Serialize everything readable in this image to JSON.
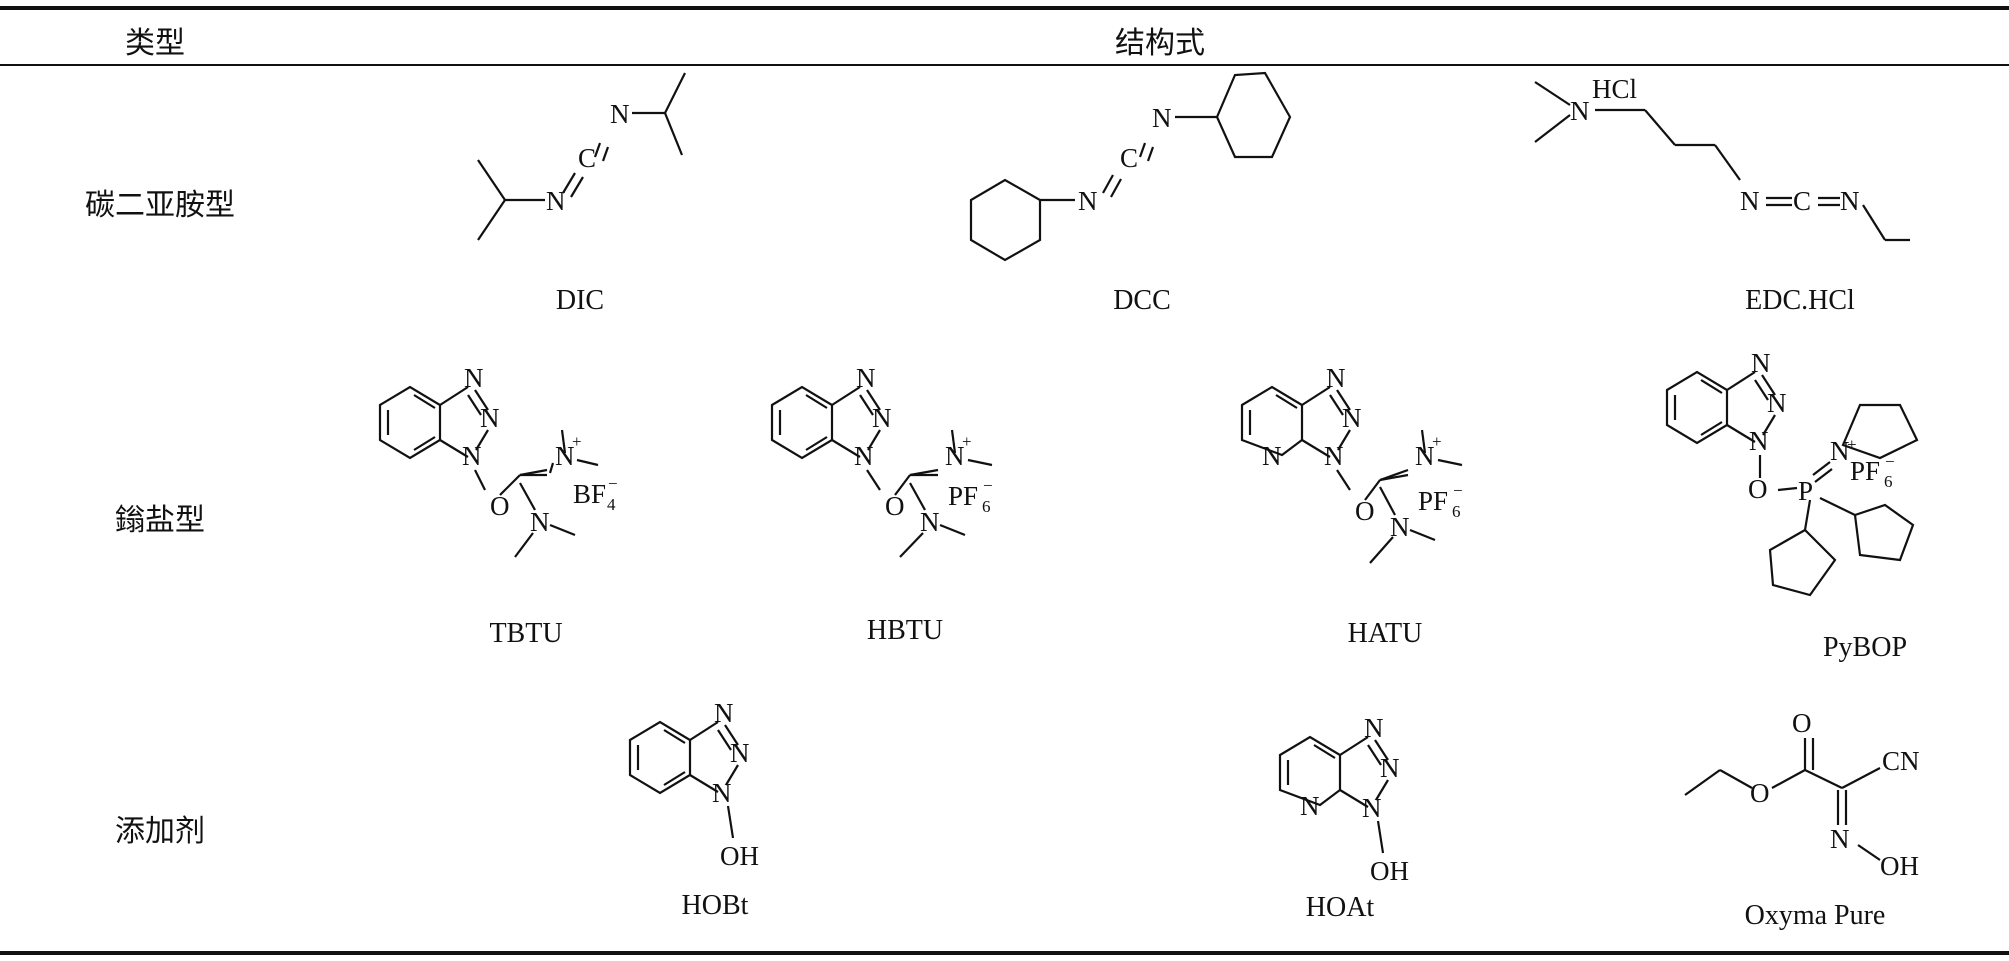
{
  "header": {
    "type_col": "类型",
    "struct_col": "结构式"
  },
  "rows": [
    {
      "label": "碳二亚胺型",
      "compounds": [
        "DIC",
        "DCC",
        "EDC.HCl"
      ]
    },
    {
      "label": "鎓盐型",
      "compounds": [
        "TBTU",
        "HBTU",
        "HATU",
        "PyBOP"
      ]
    },
    {
      "label": "添加剂",
      "compounds": [
        "HOBt",
        "HOAt",
        "Oxyma Pure"
      ]
    }
  ],
  "atom_labels": {
    "N": "N",
    "C": "C",
    "O": "O",
    "P": "P",
    "OH": "OH",
    "CN": "CN",
    "HCl": "HCl",
    "BF4": "BF",
    "PF6": "PF",
    "sub4": "4",
    "sub6": "6",
    "plus": "+",
    "minus": "−"
  }
}
